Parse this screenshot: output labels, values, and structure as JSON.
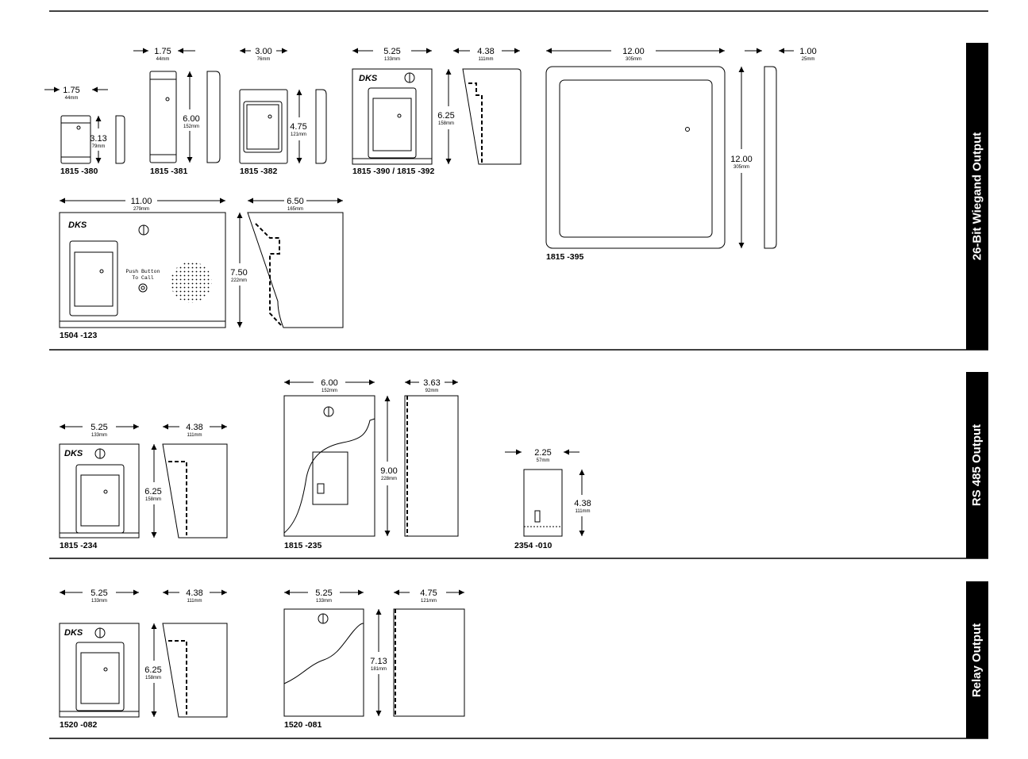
{
  "sections": {
    "wiegand": "26-Bit Wiegand Output",
    "rs485": "RS 485 Output",
    "relay": "Relay Output"
  },
  "brand": "DKS",
  "speaker_label": {
    "line1": "Push Button",
    "line2": "To Call"
  },
  "models": {
    "m1815_380": "1815 -380",
    "m1815_381": "1815 -381",
    "m1815_382": "1815 -382",
    "m1815_390": "1815 -390 / 1815 -392",
    "m1815_395": "1815 -395",
    "m1504_123": "1504 -123",
    "m1815_234": "1815 -234",
    "m1815_235": "1815 -235",
    "m2354_010": "2354 -010",
    "m1520_082": "1520 -082",
    "m1520_081": "1520 -081"
  },
  "dims": {
    "d1": {
      "in": "1.75",
      "mm": "44mm"
    },
    "d2": {
      "in": "3.13",
      "mm": "79mm"
    },
    "d3": {
      "in": "1.75",
      "mm": "44mm"
    },
    "d4": {
      "in": "6.00",
      "mm": "152mm"
    },
    "d5": {
      "in": "3.00",
      "mm": "76mm"
    },
    "d6": {
      "in": "4.75",
      "mm": "121mm"
    },
    "d7": {
      "in": "5.25",
      "mm": "133mm"
    },
    "d8": {
      "in": "4.38",
      "mm": "111mm"
    },
    "d9": {
      "in": "6.25",
      "mm": "158mm"
    },
    "d10": {
      "in": "12.00",
      "mm": "305mm"
    },
    "d11": {
      "in": "1.00",
      "mm": "25mm"
    },
    "d12": {
      "in": "12.00",
      "mm": "305mm"
    },
    "d13": {
      "in": "11.00",
      "mm": "279mm"
    },
    "d14": {
      "in": "6.50",
      "mm": "165mm"
    },
    "d15": {
      "in": "7.50",
      "mm": "222mm"
    },
    "d16": {
      "in": "5.25",
      "mm": "133mm"
    },
    "d17": {
      "in": "4.38",
      "mm": "111mm"
    },
    "d18": {
      "in": "6.25",
      "mm": "158mm"
    },
    "d19": {
      "in": "6.00",
      "mm": "152mm"
    },
    "d20": {
      "in": "3.63",
      "mm": "92mm"
    },
    "d21": {
      "in": "9.00",
      "mm": "228mm"
    },
    "d22": {
      "in": "2.25",
      "mm": "57mm"
    },
    "d23": {
      "in": "4.38",
      "mm": "111mm"
    },
    "d24": {
      "in": "5.25",
      "mm": "133mm"
    },
    "d25": {
      "in": "4.38",
      "mm": "111mm"
    },
    "d26": {
      "in": "6.25",
      "mm": "158mm"
    },
    "d27": {
      "in": "5.25",
      "mm": "133mm"
    },
    "d28": {
      "in": "4.75",
      "mm": "121mm"
    },
    "d29": {
      "in": "7.13",
      "mm": "181mm"
    }
  }
}
